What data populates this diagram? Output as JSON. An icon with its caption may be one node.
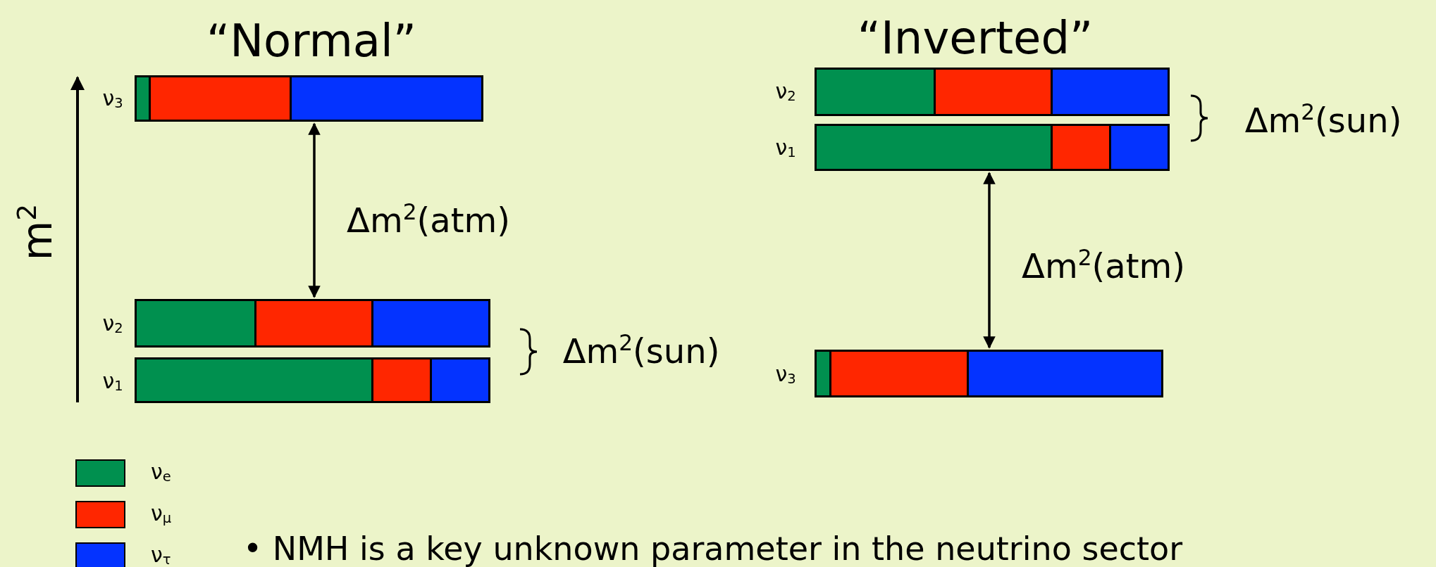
{
  "diagram": {
    "nodes": [
      {
        "text": [],
        "shape": "bar",
        "beside": [
          "ν$_{3}$"
        ]
      },
      {
        "text": [],
        "shape": "bar",
        "beside": [
          "ν$_{2}$"
        ]
      },
      {
        "text": [],
        "shape": "bar",
        "beside": [
          "ν$_{1}$"
        ]
      },
      {
        "text": [],
        "shape": "bar",
        "beside": [
          "ν$_{2}$"
        ]
      },
      {
        "text": [],
        "shape": "bar",
        "beside": [
          "ν$_{1}$"
        ]
      },
      {
        "text": [],
        "shape": "bar",
        "beside": [
          "ν$_{3}$"
        ]
      }
    ],
    "edges": [
      {
        "from": 0,
        "to": 1,
        "arrow": "both",
        "label": "Δm$^{2}$(atm)"
      },
      {
        "from": 4,
        "to": 5,
        "arrow": "both",
        "label": "Δm$^{2}$(atm)"
      }
    ],
    "labels": [
      "“Normal”",
      "“Inverted”",
      "m$^{2}$",
      "Δm$^{2}$(sun)",
      "Δm$^{2}$(sun)",
      "• NMH is a key unknown parameter in the neutrino sector"
    ],
    "legend": [
      {
        "text": "ν$_{e}$",
        "color": "#00904f"
      },
      {
        "text": "ν$_{μ}$",
        "color": "#ff2600"
      },
      {
        "text": "ν$_{τ}$",
        "color": "#0433ff"
      }
    ]
  }
}
